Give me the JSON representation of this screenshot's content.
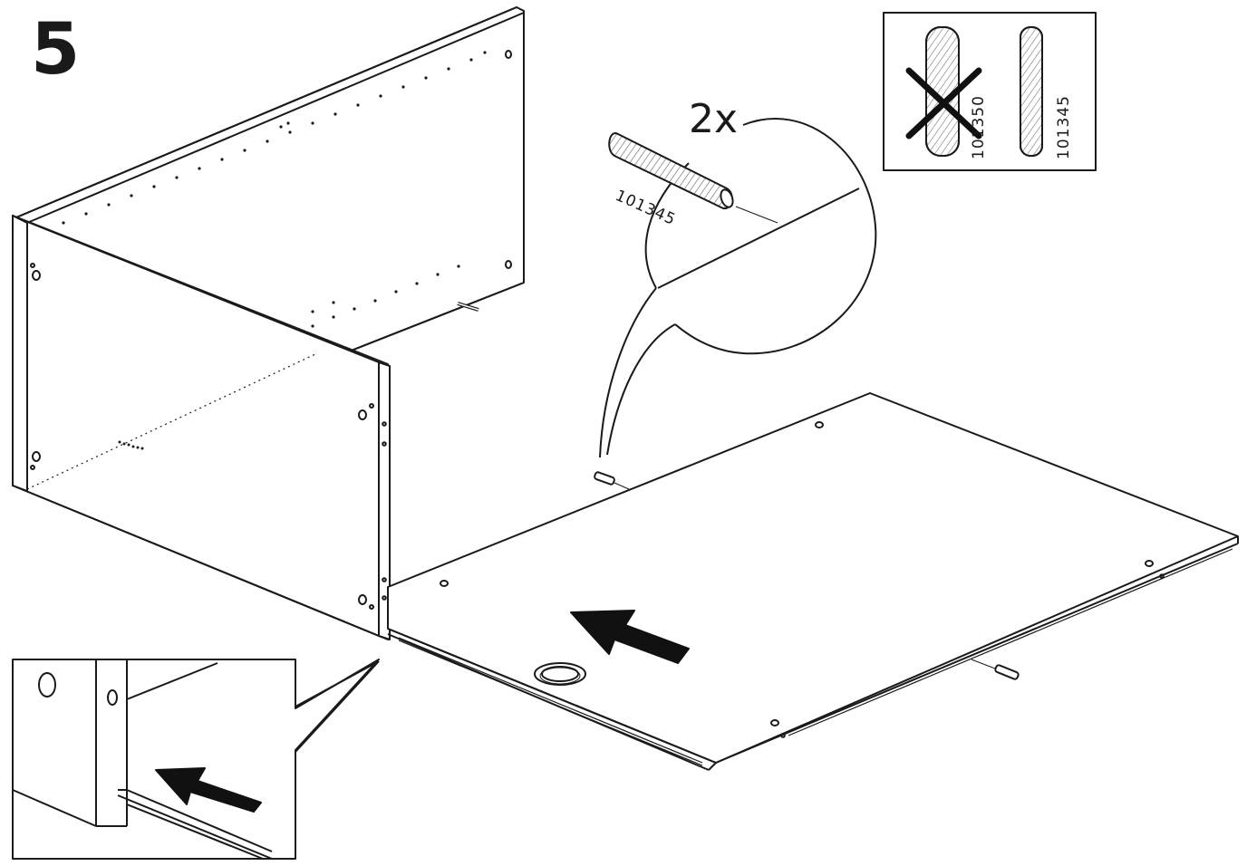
{
  "step": {
    "number": "5"
  },
  "dowel_callout": {
    "quantity": "2x",
    "part_number": "101345"
  },
  "dowel_check": {
    "wrong_part": {
      "part_number": "101350",
      "status": "incorrect"
    },
    "right_part": {
      "part_number": "101345",
      "status": "correct"
    }
  },
  "colors": {
    "line": "#1a1a1a",
    "background": "#ffffff",
    "arrow": "#111111"
  }
}
